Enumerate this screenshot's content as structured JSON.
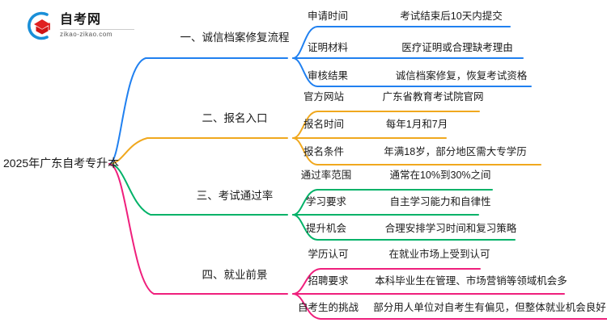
{
  "logo": {
    "title": "自考网",
    "domain": "zikao-zikao.com",
    "mark_blue": "#1a8fd8",
    "mark_red": "#e02020"
  },
  "mindmap": {
    "root": "2025年广东自考专升本",
    "branches": [
      {
        "label": "一、诚信档案修复流程",
        "color": "#2080f0",
        "children": [
          {
            "label": "申请时间",
            "detail": "考试结束后10天内提交"
          },
          {
            "label": "证明材料",
            "detail": "医疗证明或合理缺考理由"
          },
          {
            "label": "审核结果",
            "detail": "诚信档案修复，恢复考试资格"
          }
        ]
      },
      {
        "label": "二、报名入口",
        "color": "#f0a81e",
        "children": [
          {
            "label": "官方网站",
            "detail": "广东省教育考试院官网"
          },
          {
            "label": "报名时间",
            "detail": "每年1月和7月"
          },
          {
            "label": "报名条件",
            "detail": "年满18岁，部分地区需大专学历"
          }
        ]
      },
      {
        "label": "三、考试通过率",
        "color": "#00b268",
        "children": [
          {
            "label": "通过率范围",
            "detail": "通常在10%到30%之间"
          },
          {
            "label": "学习要求",
            "detail": "自主学习能力和自律性"
          },
          {
            "label": "提升机会",
            "detail": "合理安排学习时间和复习策略"
          }
        ]
      },
      {
        "label": "四、就业前景",
        "color": "#ef1f7c",
        "children": [
          {
            "label": "学历认可",
            "detail": "在就业市场上受到认可"
          },
          {
            "label": "招聘要求",
            "detail": "本科毕业生在管理、市场营销等领域机会多"
          },
          {
            "label": "自考生的挑战",
            "detail": "部分用人单位对自考生有偏见，但整体就业机会良好"
          }
        ]
      }
    ]
  }
}
